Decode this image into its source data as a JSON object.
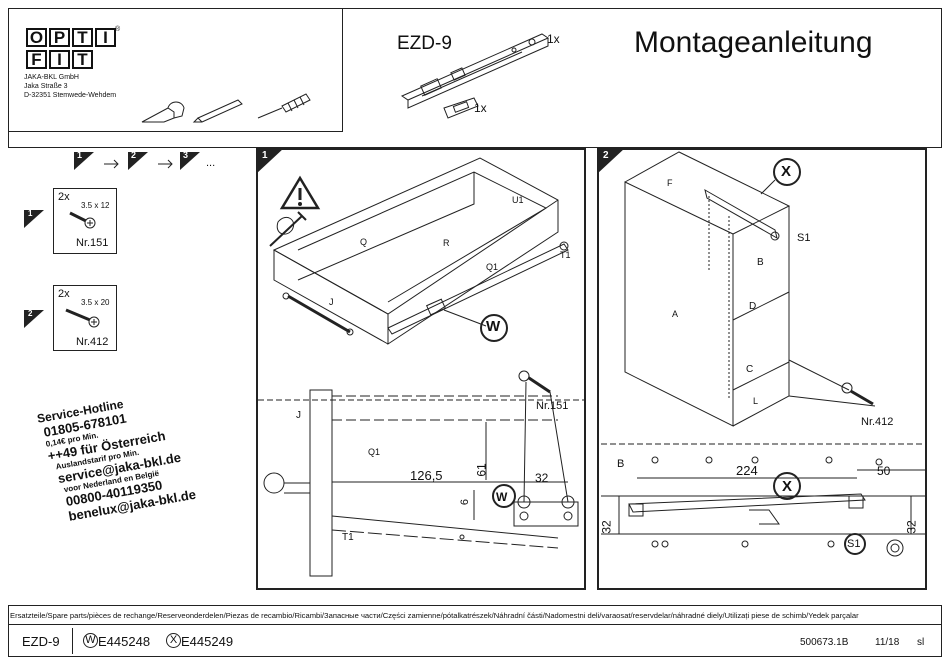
{
  "header": {
    "logo_top": [
      "O",
      "P",
      "T",
      "I"
    ],
    "logo_bottom": [
      "F",
      "I",
      "T"
    ],
    "registered_mark": "®",
    "company_lines": [
      "JAKA-BKL GmbH",
      "Jaka Straße 3",
      "D-32351 Stemwede-Wehdem"
    ],
    "model": "EZD-9",
    "qty_rail": "1x",
    "qty_clip": "1x",
    "title": "Montageanleitung"
  },
  "sequence": {
    "steps": [
      "1",
      "2",
      "3"
    ],
    "ellipsis": "..."
  },
  "screws": [
    {
      "step": "1",
      "qty": "2x",
      "size": "3.5 x 12",
      "part": "Nr.151"
    },
    {
      "step": "2",
      "qty": "2x",
      "size": "3.5 x 20",
      "part": "Nr.412"
    }
  ],
  "service": {
    "hotline_label": "Service-Hotline",
    "hotline_number": "01805-678101",
    "hotline_price": "0,14€ pro Min.",
    "austria_number": "++49 für Österreich",
    "austria_note": "Auslandstarif pro Min.",
    "email_de": "service@jaka-bkl.de",
    "nl_be_note": "voor Nederland en België",
    "nl_be_number": "00800-40119350",
    "email_benelux": "benelux@jaka-bkl.de"
  },
  "panel1": {
    "step": "1",
    "labels": {
      "U1": "U1",
      "Q": "Q",
      "R": "R",
      "Q1": "Q1",
      "T1": "T1",
      "J": "J",
      "W": "W"
    },
    "detail": {
      "J": "J",
      "Q1": "Q1",
      "T1": "T1",
      "W": "W",
      "screw_part": "Nr.151",
      "dim_126": "126,5",
      "dim_61": "61",
      "dim_32": "32",
      "dim_6": "6"
    }
  },
  "panel2": {
    "step": "2",
    "labels": {
      "X": "X",
      "S1": "S1",
      "F": "F",
      "B": "B",
      "D": "D",
      "A": "A",
      "C": "C",
      "L": "L"
    },
    "screw_part": "Nr.412",
    "detail": {
      "B": "B",
      "X": "X",
      "S1": "S1",
      "dim_224": "224",
      "dim_50": "50",
      "dim_32_left": "32",
      "dim_32_right": "32"
    }
  },
  "footer": {
    "spare_parts": "Ersatzteile/Spare parts/pièces de rechange/Reserveonderdelen/Piezas de recambio/Ricambi/Запасные части/Części zamienne/pótalkatrészek/Náhradní části/Nadomestni deli/varaosat/reservdelar/náhradné diely/Utilizați piese de schimb/Yedek parçalar",
    "model": "EZD-9",
    "w_code_letter": "W",
    "w_code": "E445248",
    "x_code_letter": "X",
    "x_code": "E445249",
    "doc_number": "500673.1B",
    "date": "11/18",
    "lang": "sl"
  }
}
